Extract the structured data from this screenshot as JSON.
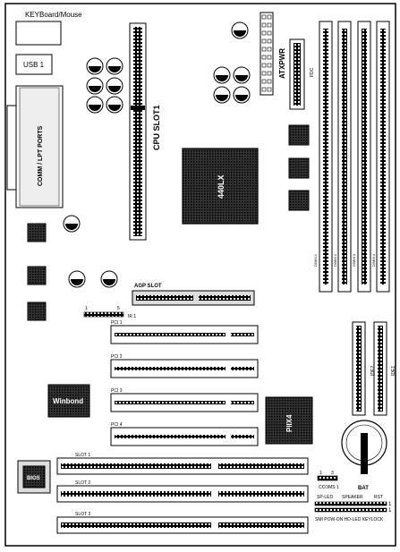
{
  "labels": {
    "keyboard_mouse": "KEYBoard/Mouse",
    "usb": "USB  1",
    "comm_lpt": "COMM / LPT  PORTS",
    "cpu_slot": "CPU SLOT1",
    "atxpwr": "ATXPWR",
    "fdc": "FDC",
    "chip_440lx": "440LX",
    "agp_slot": "AGP SLOT",
    "ir_pin1": "1",
    "ir_pin5": "5",
    "ir": "IR 1",
    "pci1": "PCI  1",
    "pci2": "PCI  2",
    "pci3": "PCI  3",
    "pci4": "PCI  4",
    "winbond": "Winbond",
    "piix4": "PIIX4",
    "slot1": "SLOT  1",
    "slot2": "SLOT  2",
    "slot3": "SLOT  3",
    "bios": "BIOS",
    "ide2": "IDE2",
    "ide1": "IDE1",
    "bat": "BAT",
    "coms_pin1": "1",
    "coms_pin3": "3",
    "coms1": "CCOMS 1",
    "sp_led": "SP-LED",
    "speaker": "SPEAKER",
    "rst": "RST",
    "row1": "1",
    "row2": "1",
    "bottom_row": "SMI  POW-ON  HD-LED  KEYLOCK",
    "dimm1": "DIMM 1",
    "dimm2": "DIMM 2",
    "dimm3": "DIMM 3",
    "dimm4": "DIMM 4"
  }
}
